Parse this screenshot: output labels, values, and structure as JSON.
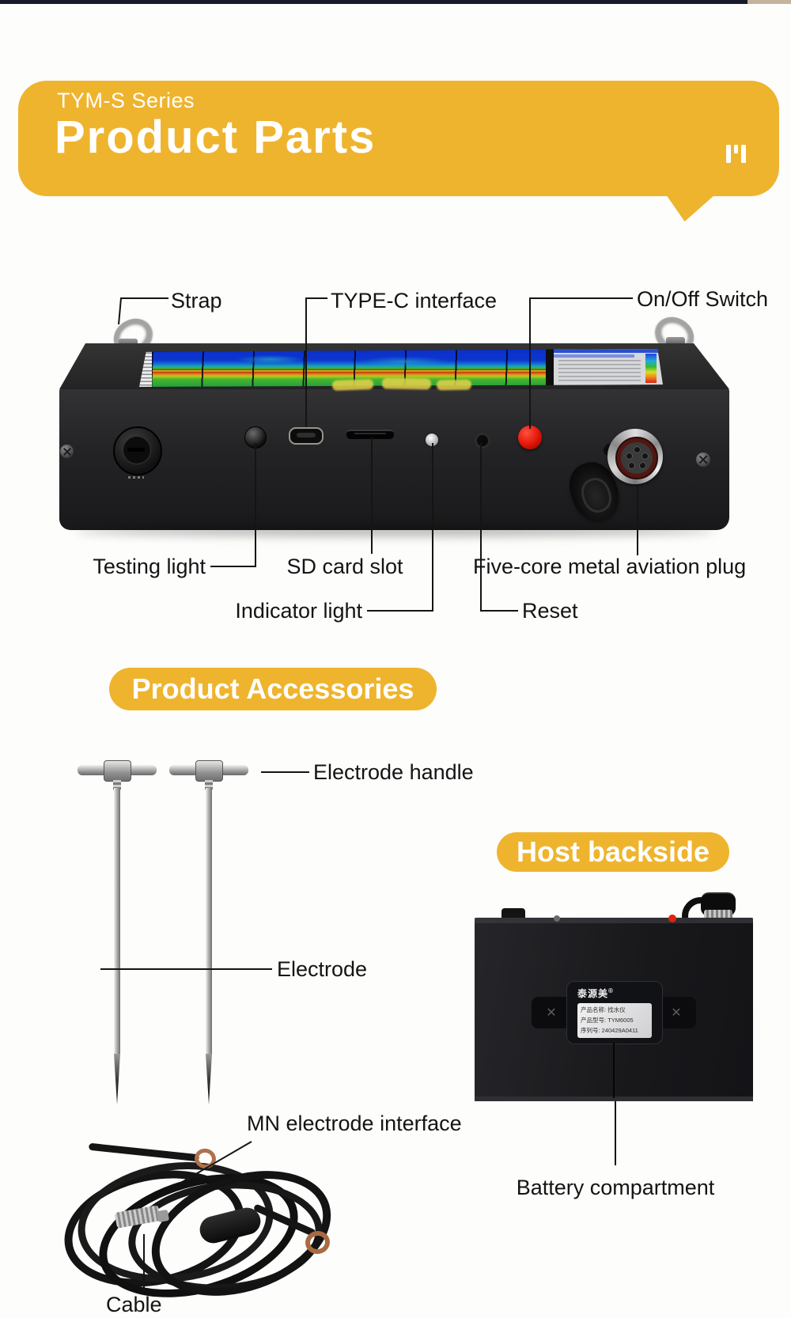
{
  "banner": {
    "series": "TYM-S Series",
    "title": "Product Parts",
    "accent_color": "#EFB42E"
  },
  "pills": {
    "accessories": "Product Accessories",
    "backside": "Host backside"
  },
  "callouts": {
    "strap": "Strap",
    "type_c": "TYPE-C interface",
    "on_off": "On/Off Switch",
    "testing_light": "Testing light",
    "sd_card": "SD card slot",
    "five_core": "Five-core metal aviation plug",
    "indicator_light": "Indicator light",
    "reset": "Reset",
    "electrode_handle": "Electrode handle",
    "electrode": "Electrode",
    "mn_interface": "MN electrode interface",
    "battery": "Battery compartment",
    "cable": "Cable"
  },
  "device_label": {
    "brand": "泰源美",
    "reg": "®",
    "lines": [
      "产品名称: 找水仪",
      "产品型号: TYM6005",
      "序列号: 240429A0411"
    ]
  },
  "icons": {
    "screw_cross": "✕"
  },
  "colors": {
    "label_text": "#141414",
    "power_button": "#e01505",
    "top_strip_dark": "#181a2b",
    "top_strip_tan": "#c3b49c"
  }
}
